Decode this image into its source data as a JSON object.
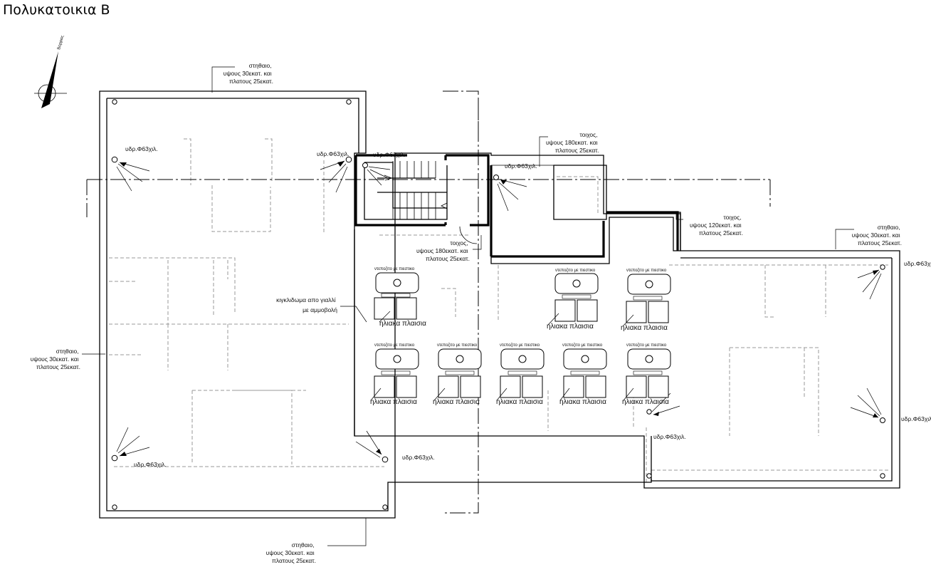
{
  "title": "Πολυκατοικια Β",
  "north_label": "Βορρας",
  "labels": {
    "parapet_top": [
      "στηθαιο,",
      "υψους 30εκατ. και",
      "πλατους 25εκατ."
    ],
    "parapet_left": [
      "στηθαιο,",
      "υψους 30εκατ. και",
      "πλατους 25εκατ."
    ],
    "parapet_bottom": [
      "στηθαιο,",
      "υψους 30εκατ. και",
      "πλατους 25εκατ."
    ],
    "parapet_right": [
      "στηθαιο,",
      "υψους 30εκατ. και",
      "πλατους 25εκατ."
    ],
    "wall_180_top": [
      "τοιχος,",
      "υψους 180εκατ. και",
      "πλατους 25εκατ."
    ],
    "wall_180_mid": [
      "τοιχος,",
      "υψους 180εκατ. και",
      "πλατους 25εκατ."
    ],
    "wall_120": [
      "τοιχος,",
      "υψους 120εκατ. και",
      "πλατους 25εκατ."
    ],
    "railing": [
      "κιγκλιδωμα απο γιαλλί",
      "με αμμοβολή"
    ],
    "drain": "υδρ.Φ63χιλ.",
    "heater": "ντεποζιτο με πιεστικο",
    "panels": "ηλιακα πλαισια"
  },
  "colors": {
    "ink": "#000000",
    "ghost": "#9a9a9a"
  }
}
